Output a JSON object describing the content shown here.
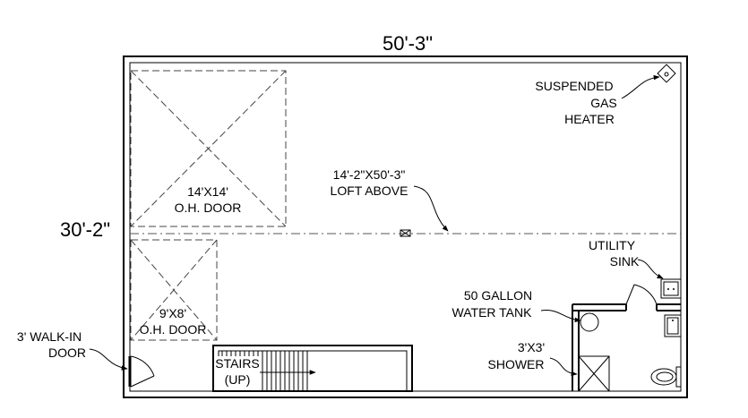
{
  "dimensions": {
    "width": "50'-3\"",
    "depth": "30'-2\""
  },
  "labels": {
    "heater": [
      "SUSPENDED",
      "GAS",
      "HEATER"
    ],
    "loft": [
      "14'-2\"X50'-3\"",
      "LOFT ABOVE"
    ],
    "door_large": [
      "14'X14'",
      "O.H. DOOR"
    ],
    "door_small": [
      "9'X8'",
      "O.H. DOOR"
    ],
    "walkin": [
      "3' WALK-IN",
      "DOOR"
    ],
    "stairs": [
      "STAIRS",
      "(UP)"
    ],
    "utility_sink": [
      "UTILITY",
      "SINK"
    ],
    "water_tank": [
      "50 GALLON",
      "WATER TANK"
    ],
    "shower": [
      "3'X3'",
      "SHOWER"
    ]
  }
}
